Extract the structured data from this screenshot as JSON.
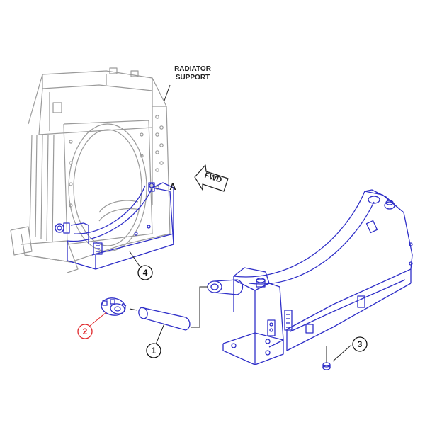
{
  "labels": {
    "radiator_support_line1": "RADIATOR",
    "radiator_support_line2": "SUPPORT",
    "view_a": "A",
    "fwd": "FWD"
  },
  "callouts": [
    {
      "id": "1",
      "text": "1",
      "color": "#111111"
    },
    {
      "id": "2",
      "text": "2",
      "color": "#e0262a"
    },
    {
      "id": "3",
      "text": "3",
      "color": "#111111"
    },
    {
      "id": "4",
      "text": "4",
      "color": "#111111"
    }
  ],
  "colors": {
    "part_stroke": "#2f2fc8",
    "context_stroke": "#9a9a9a",
    "highlight": "#e0262a"
  }
}
